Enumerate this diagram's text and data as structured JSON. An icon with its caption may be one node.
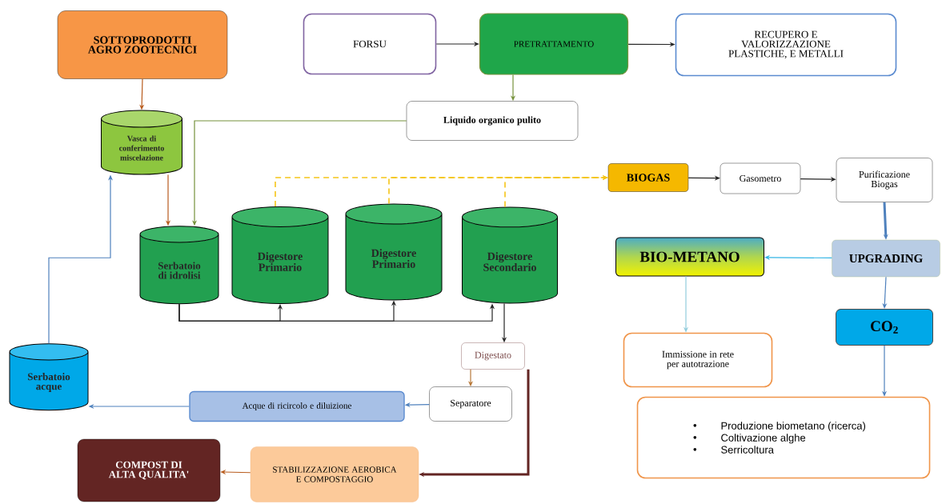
{
  "diagram": {
    "nodes": [
      {
        "text": [
          "SOTTOPRODOTTI AGRO ZOOTECNICI"
        ]
      },
      {
        "text": [
          "FORSU"
        ]
      },
      {
        "text": [
          "PRETRATTAMENTO"
        ]
      },
      {
        "text": [
          "RECUPERO E VALORIZZAZIONE PLASTICHE, E METALLI"
        ]
      },
      {
        "text": [
          "Liquido organico pulito"
        ]
      },
      {
        "text": [
          "Vasca di conferimento miscelazione"
        ]
      },
      {
        "text": [
          "BIOGAS"
        ]
      },
      {
        "text": [
          "Gasometro"
        ]
      },
      {
        "text": [
          "Purificazione Biogas"
        ]
      },
      {
        "text": [
          "Serbatoio di idrolisi"
        ]
      },
      {
        "text": [
          "Digestore Primario"
        ]
      },
      {
        "text": [
          "Digestore Primario"
        ]
      },
      {
        "text": [
          "Digestore Secondario"
        ]
      },
      {
        "text": [
          "BIO-METANO"
        ]
      },
      {
        "text": [
          "UPGRADING"
        ]
      },
      {
        "text": [
          "CO$_{2}$"
        ]
      },
      {
        "text": [
          "Digestato"
        ]
      },
      {
        "text": [
          "Immissione in rete per autotrazione"
        ]
      },
      {
        "text": [
          "Serbatoio acque"
        ]
      },
      {
        "text": [
          "Acque di ricircolo e diluizione"
        ]
      },
      {
        "text": [
          "Separatore"
        ]
      },
      {
        "text": [
          "Produzione biometano (ricerca)",
          "Coltivazione alghe",
          "Serricoltura"
        ]
      },
      {
        "text": [
          "COMPOST DI ALTA QUALITA'"
        ]
      },
      {
        "text": [
          "STABILIZZAZIONE AEROBICA E COMPOSTAGGIO"
        ]
      }
    ],
    "edges": [
      {
        "from": 0,
        "to": 5,
        "arrow": "to",
        "color": "#b85c1e"
      },
      {
        "from": 1,
        "to": 2,
        "arrow": "to"
      },
      {
        "from": 2,
        "to": 3,
        "arrow": "to"
      },
      {
        "from": 2,
        "to": 4,
        "arrow": "to",
        "color": "#76923c"
      },
      {
        "from": 4,
        "to": 9,
        "arrow": "to",
        "color": "#76923c"
      },
      {
        "from": 5,
        "to": 9,
        "arrow": "to",
        "color": "#b85c1e"
      },
      {
        "from": 10,
        "to": 6,
        "arrow": "to",
        "style": "dashed",
        "color": "#f5c518"
      },
      {
        "from": 11,
        "to": 6,
        "arrow": "to",
        "style": "dashed",
        "color": "#f5c518"
      },
      {
        "from": 12,
        "to": 6,
        "arrow": "to",
        "style": "dashed",
        "color": "#f5c518"
      },
      {
        "from": 6,
        "to": 7,
        "arrow": "to"
      },
      {
        "from": 7,
        "to": 8,
        "arrow": "to"
      },
      {
        "from": 8,
        "to": 14,
        "arrow": "to",
        "style": "thick",
        "color": "#4f81bd"
      },
      {
        "from": 14,
        "to": 13,
        "arrow": "to",
        "color": "#33b5e5"
      },
      {
        "from": 14,
        "to": 15,
        "arrow": "to",
        "color": "#4f81bd"
      },
      {
        "from": 13,
        "to": 17,
        "arrow": "to",
        "color": "#92cddc"
      },
      {
        "from": 15,
        "to": 21,
        "arrow": "to",
        "color": "#4f81bd"
      },
      {
        "from": 9,
        "to": 10,
        "arrow": "to"
      },
      {
        "from": 9,
        "to": 11,
        "arrow": "to"
      },
      {
        "from": 9,
        "to": 12,
        "arrow": "to"
      },
      {
        "from": 12,
        "to": 16,
        "arrow": "to"
      },
      {
        "from": 16,
        "to": 20,
        "arrow": "to",
        "color": "#b7793a"
      },
      {
        "from": 16,
        "to": 23,
        "arrow": "to",
        "style": "thick",
        "color": "#632523"
      },
      {
        "from": 20,
        "to": 19,
        "arrow": "to",
        "color": "#4f81bd"
      },
      {
        "from": 19,
        "to": 18,
        "arrow": "to",
        "color": "#4f81bd"
      },
      {
        "from": 18,
        "to": 5,
        "arrow": "to",
        "color": "#4f81bd"
      },
      {
        "from": 23,
        "to": 22,
        "arrow": "to",
        "color": "#b85c1e"
      }
    ]
  }
}
